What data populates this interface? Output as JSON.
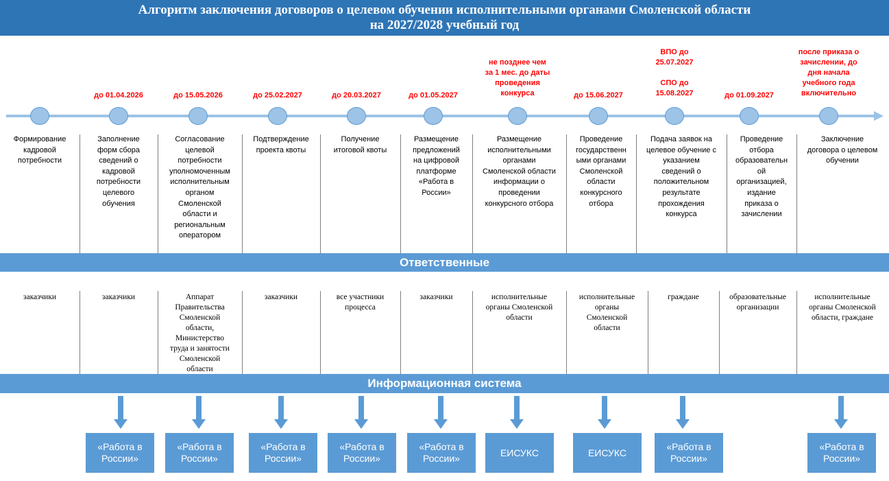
{
  "title": {
    "line1": "Алгоритм заключения договоров о целевом обучении исполнительными органами Смоленской области",
    "line2": "на 2027/2028 учебный год"
  },
  "deadlines": {
    "s2": "до 01.04.2026",
    "s3": "до 15.05.2026",
    "s4": "до 25.02.2027",
    "s5": "до 20.03.2027",
    "s6": "до 01.05.2027",
    "s7": [
      "не позднее чем",
      "за 1 мес. до даты",
      "проведения",
      "конкурса"
    ],
    "s8": "до 15.06.2027",
    "s9": [
      "ВПО до",
      "25.07.2027",
      "",
      "СПО до",
      "15.08.2027"
    ],
    "s10": "до 01.09.2027",
    "s11": [
      "после приказа о",
      "зачислении, до",
      "дня начала",
      "учебного года",
      "включительно"
    ]
  },
  "steps": [
    [
      "Формирование",
      "кадровой",
      "потребности"
    ],
    [
      "Заполнение",
      "форм сбора",
      "сведений о",
      "кадровой",
      "потребности",
      "целевого",
      "обучения"
    ],
    [
      "Согласование",
      "целевой",
      "потребности",
      "уполномоченным",
      "исполнительным",
      "органом",
      "Смоленской",
      "области и",
      "региональным",
      "оператором"
    ],
    [
      "Подтверждение",
      "проекта квоты"
    ],
    [
      "Получение",
      "итоговой квоты"
    ],
    [
      "Размещение",
      "предложений",
      "на цифровой",
      "платформе",
      "«Работа в",
      "России»"
    ],
    [
      "Размещение",
      "исполнительными",
      "органами",
      "Смоленской области",
      "информации о",
      "проведении",
      "конкурсного отбора"
    ],
    [
      "Проведение",
      "государственн",
      "ыми органами",
      "Смоленской",
      "области",
      "конкурсного",
      "отбора"
    ],
    [
      "Подача заявок на",
      "целевое обучение с",
      "указанием",
      "сведений о",
      "положительном",
      "результате",
      "прохождения",
      "конкурса"
    ],
    [
      "Проведение",
      "отбора",
      "образовательн",
      "ой",
      "организацией,",
      "издание",
      "приказа о",
      "зачислении"
    ],
    [
      "Заключение",
      "договора о целевом",
      "обучении"
    ]
  ],
  "responsible_title": "Ответственные",
  "responsible": [
    [
      "заказчики"
    ],
    [
      "заказчики"
    ],
    [
      "Аппарат",
      "Правительства",
      "Смоленской",
      "области,",
      "Министерство",
      "труда и занятости",
      "Смоленской",
      "области"
    ],
    [
      "заказчики"
    ],
    [
      "все участники",
      "процесса"
    ],
    [
      "заказчики"
    ],
    [
      "исполнительные",
      "органы Смоленской",
      "области"
    ],
    [
      "исполнительные",
      "органы",
      "Смоленской",
      "области"
    ],
    [
      "граждане"
    ],
    [
      "образовательные",
      "организации"
    ],
    [
      "исполнительные",
      "органы Смоленской",
      "области, граждане"
    ]
  ],
  "info_system_title": "Информационная система",
  "systems": [
    [
      "«Работа в",
      "России»"
    ],
    [
      "«Работа в",
      "России»"
    ],
    [
      "«Работа в",
      "России»"
    ],
    [
      "«Работа в",
      "России»"
    ],
    [
      "«Работа в",
      "России»"
    ],
    [
      "ЕИСУКС"
    ],
    [
      "ЕИСУКС"
    ],
    [
      "«Работа в",
      "России»"
    ],
    [
      "«Работа в",
      "России»"
    ]
  ],
  "colors": {
    "header": "#2e75b6",
    "band": "#5b9bd5",
    "timeline": "#9dc3e6",
    "deadline": "#ff0000"
  }
}
